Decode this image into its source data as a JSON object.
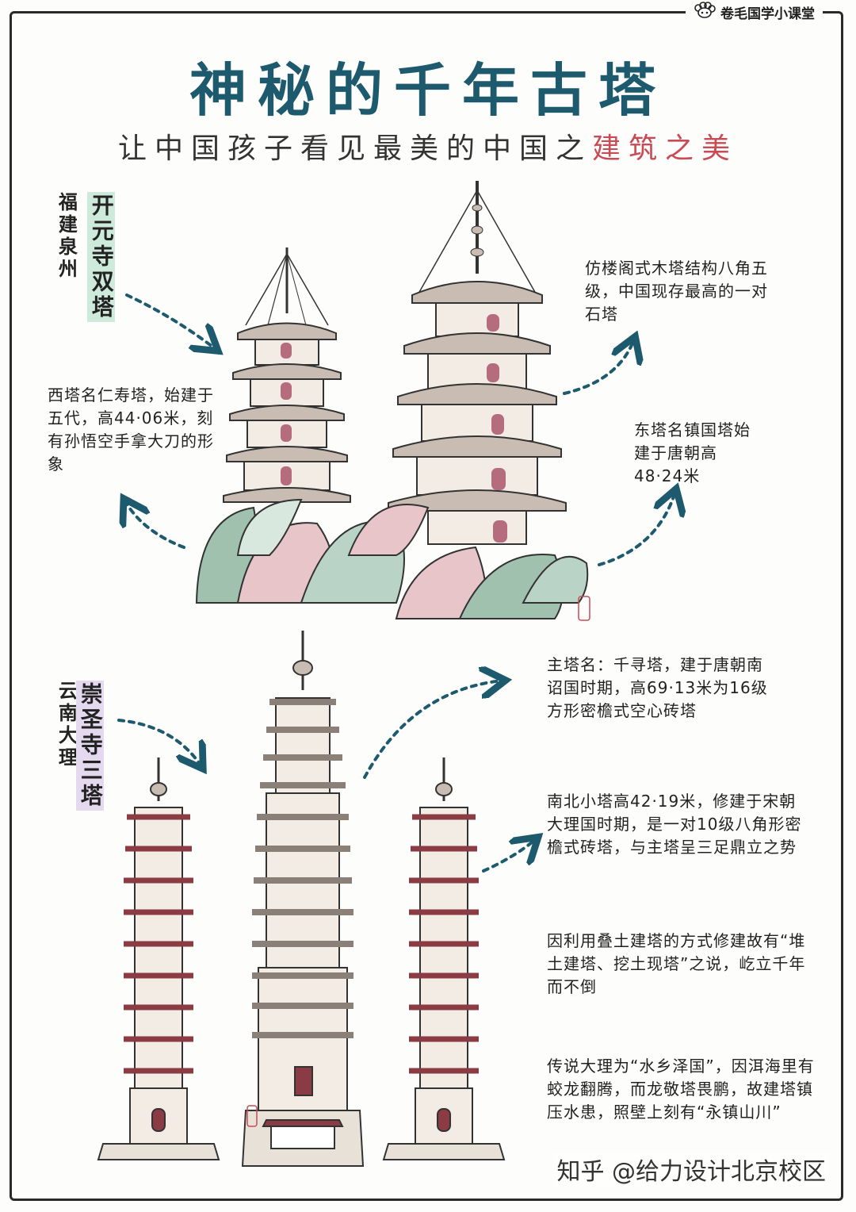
{
  "brand": {
    "name": "卷毛国学小课堂",
    "icon": "sheep-face-icon"
  },
  "title": "神秘的千年古塔",
  "subtitle": {
    "prefix": "让中国孩子看见最美的中国之",
    "accent": "建筑之美",
    "accent_color": "#c84b55"
  },
  "section1": {
    "location": "福建泉州",
    "name": "开元寺双塔",
    "highlight_color": "#cdeadb",
    "notes": {
      "structure": "仿楼阁式木塔结构八角五级，中国现存最高的一对石塔",
      "west": "西塔名仁寿塔，始建于五代，高44·06米，刻有孙悟空手拿大刀的形象",
      "east": "东塔名镇国塔始建于唐朝高48·24米"
    }
  },
  "section2": {
    "location": "云南大理",
    "name": "崇圣寺三塔",
    "highlight_color": "#e4d9ef",
    "notes": {
      "main": "主塔名：千寻塔，建于唐朝南诏国时期，高69·13米为16级方形密檐式空心砖塔",
      "small": "南北小塔高42·19米，修建于宋朝大理国时期，是一对10级八角形密檐式砖塔，与主塔呈三足鼎立之势",
      "method": "因利用叠土建塔的方式修建故有“堆土建塔、挖土现塔”之说，屹立千年而不倒",
      "legend": "传说大理为“水乡泽国”，因洱海里有蛟龙翻腾，而龙敬塔畏鹏，故建塔镇压水患，照壁上刻有“永镇山川”"
    }
  },
  "watermark": "知乎 @给力设计北京校区",
  "colors": {
    "title": "#1e5a6e",
    "arrow": "#1e5a6e",
    "tower_wall": "#f2ece4",
    "roof": "#c9bdb3",
    "bush_green": "#9fc1ad",
    "bush_pink": "#e7c5c8"
  }
}
